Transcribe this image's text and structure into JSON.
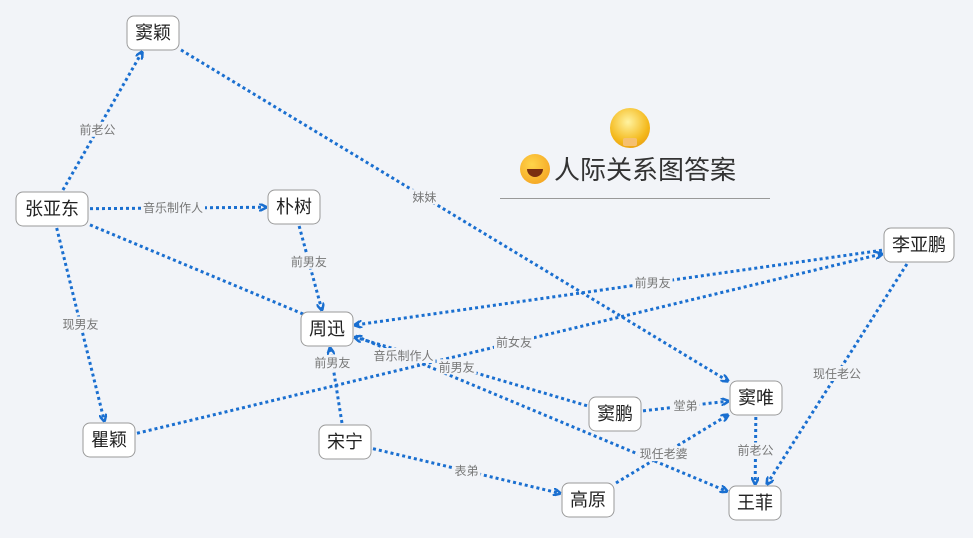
{
  "title": "人际关系图答案",
  "title_icon": "smiley-face-icon",
  "central_icon": "lightbulb-icon",
  "colors": {
    "edge": "#1a6fd0",
    "background": "#f2f4f8",
    "label": "#777777"
  },
  "nodes": [
    {
      "id": "doujing",
      "label": "窦颖"
    },
    {
      "id": "zhangyadong",
      "label": "张亚东"
    },
    {
      "id": "pushu",
      "label": "朴树"
    },
    {
      "id": "zhouxun",
      "label": "周迅"
    },
    {
      "id": "quying",
      "label": "瞿颖"
    },
    {
      "id": "songning",
      "label": "宋宁"
    },
    {
      "id": "liyapeng",
      "label": "李亚鹏"
    },
    {
      "id": "douwei",
      "label": "窦唯"
    },
    {
      "id": "droupeng",
      "label": "窦鹏"
    },
    {
      "id": "gaoyuan",
      "label": "高原"
    },
    {
      "id": "wangfei",
      "label": "王菲"
    }
  ],
  "edges": [
    {
      "from": "zhangyadong",
      "to": "doujing",
      "label": "前老公"
    },
    {
      "from": "zhangyadong",
      "to": "pushu",
      "label": "音乐制作人"
    },
    {
      "from": "zhangyadong",
      "to": "quying",
      "label": "现男友"
    },
    {
      "from": "zhangyadong",
      "to": "wangfei",
      "label": "音乐制作人"
    },
    {
      "from": "pushu",
      "to": "zhouxun",
      "label": "前男友"
    },
    {
      "from": "liyapeng",
      "to": "zhouxun",
      "label": "前男友"
    },
    {
      "from": "songning",
      "to": "zhouxun",
      "label": "前男友"
    },
    {
      "from": "droupeng",
      "to": "zhouxun",
      "label": "前男友"
    },
    {
      "from": "quying",
      "to": "liyapeng",
      "label": "前女友"
    },
    {
      "from": "doujing",
      "to": "douwei",
      "label": "妹妹"
    },
    {
      "from": "liyapeng",
      "to": "wangfei",
      "label": "现任老公"
    },
    {
      "from": "droupeng",
      "to": "douwei",
      "label": "堂弟"
    },
    {
      "from": "songning",
      "to": "gaoyuan",
      "label": "表弟"
    },
    {
      "from": "gaoyuan",
      "to": "douwei",
      "label": "现任老婆"
    },
    {
      "from": "douwei",
      "to": "wangfei",
      "label": "前老公"
    }
  ]
}
